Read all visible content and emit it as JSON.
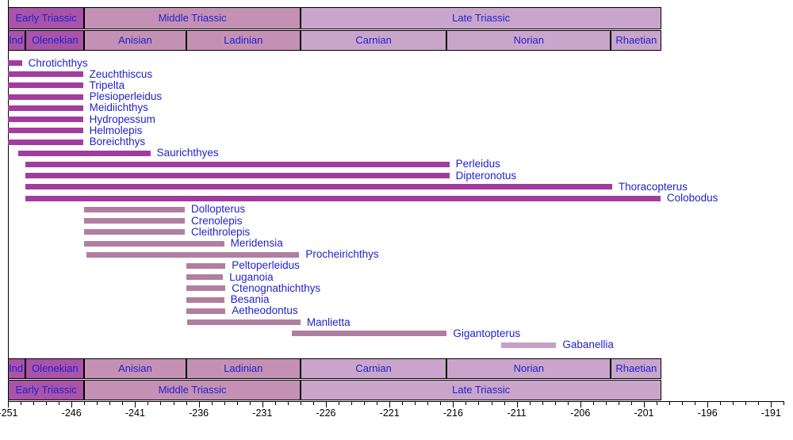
{
  "page_title": "Temporal range chart of Triassic fish genera",
  "colors": {
    "early_triassic": "#a953a9",
    "middle_triassic": "#c490b4",
    "late_triassic": "#c9a5cb",
    "bar_dark": "#a23c9e",
    "bar_medium": "#b07fa0",
    "bar_light": "#c79fc7",
    "label_text": "#2222cc",
    "axis_text": "#000000",
    "border": "#000000"
  },
  "timescale": {
    "epochs": [
      {
        "label": "Early Triassic",
        "start": -251,
        "end": -245,
        "color_key": "early_triassic"
      },
      {
        "label": "Middle Triassic",
        "start": -245,
        "end": -228,
        "color_key": "middle_triassic"
      },
      {
        "label": "Late Triassic",
        "start": -228,
        "end": -199.6,
        "color_key": "late_triassic"
      }
    ],
    "stages": [
      {
        "label": "Ind.",
        "start": -251,
        "end": -249.6,
        "color_key": "early_triassic"
      },
      {
        "label": "Olenekian",
        "start": -249.6,
        "end": -245,
        "color_key": "early_triassic"
      },
      {
        "label": "Anisian",
        "start": -245,
        "end": -237,
        "color_key": "middle_triassic"
      },
      {
        "label": "Ladinian",
        "start": -237,
        "end": -228,
        "color_key": "middle_triassic"
      },
      {
        "label": "Carnian",
        "start": -228,
        "end": -216.5,
        "color_key": "late_triassic"
      },
      {
        "label": "Norian",
        "start": -216.5,
        "end": -203.6,
        "color_key": "late_triassic"
      },
      {
        "label": "Rhaetian",
        "start": -203.6,
        "end": -199.6,
        "color_key": "late_triassic"
      }
    ]
  },
  "chart_data": {
    "type": "bar",
    "subtype": "horizontal-temporal-range",
    "unit": "Ma",
    "axis": {
      "min": -251,
      "max": -190,
      "major_step": 5,
      "minor_step": 1,
      "major_tick_labels": [
        "-251",
        "-246",
        "-241",
        "-236",
        "-231",
        "-226",
        "-221",
        "-216",
        "-211",
        "-206",
        "-201",
        "-196",
        "-191"
      ]
    },
    "legend_position": "none",
    "grid": false,
    "series": [
      {
        "name": "Chrotichthys",
        "start": -251,
        "end": -249.9,
        "group": "bar_dark"
      },
      {
        "name": "Zeuchthiscus",
        "start": -251,
        "end": -245.1,
        "group": "bar_dark"
      },
      {
        "name": "Tripelta",
        "start": -251,
        "end": -245.1,
        "group": "bar_dark"
      },
      {
        "name": "Plesioperleidus",
        "start": -251,
        "end": -245.1,
        "group": "bar_dark"
      },
      {
        "name": "Meidiichthys",
        "start": -251,
        "end": -245.1,
        "group": "bar_dark"
      },
      {
        "name": "Hydropessum",
        "start": -251,
        "end": -245.1,
        "group": "bar_dark"
      },
      {
        "name": "Helmolepis",
        "start": -251,
        "end": -245.1,
        "group": "bar_dark"
      },
      {
        "name": "Boreichthys",
        "start": -251,
        "end": -245.1,
        "group": "bar_dark"
      },
      {
        "name": "Saurichthyes",
        "start": -250.2,
        "end": -239.8,
        "group": "bar_dark"
      },
      {
        "name": "Perleidus",
        "start": -249.6,
        "end": -216.3,
        "group": "bar_dark"
      },
      {
        "name": "Dipteronotus",
        "start": -249.6,
        "end": -216.3,
        "group": "bar_dark"
      },
      {
        "name": "Thoracopterus",
        "start": -249.6,
        "end": -203.5,
        "group": "bar_dark"
      },
      {
        "name": "Colobodus",
        "start": -249.6,
        "end": -199.7,
        "group": "bar_dark"
      },
      {
        "name": "Dollopterus",
        "start": -245,
        "end": -237.1,
        "group": "bar_medium"
      },
      {
        "name": "Crenolepis",
        "start": -245,
        "end": -237.1,
        "group": "bar_medium"
      },
      {
        "name": "Cleithrolepis",
        "start": -245,
        "end": -237.1,
        "group": "bar_medium"
      },
      {
        "name": "Meridensia",
        "start": -245,
        "end": -234,
        "group": "bar_medium"
      },
      {
        "name": "Procheirichthys",
        "start": -244.8,
        "end": -228.1,
        "group": "bar_medium"
      },
      {
        "name": "Peltoperleidus",
        "start": -237,
        "end": -233.9,
        "group": "bar_medium"
      },
      {
        "name": "Luganoia",
        "start": -237,
        "end": -234.1,
        "group": "bar_medium"
      },
      {
        "name": "Ctenognathichthys",
        "start": -237,
        "end": -233.9,
        "group": "bar_medium"
      },
      {
        "name": "Besania",
        "start": -237,
        "end": -234,
        "group": "bar_medium"
      },
      {
        "name": "Aetheodontus",
        "start": -237,
        "end": -233.9,
        "group": "bar_medium"
      },
      {
        "name": "Manlietta",
        "start": -236.9,
        "end": -228,
        "group": "bar_medium"
      },
      {
        "name": "Gigantopterus",
        "start": -228.7,
        "end": -216.5,
        "group": "bar_medium"
      },
      {
        "name": "Gabanellia",
        "start": -212.2,
        "end": -207.9,
        "group": "bar_light"
      }
    ]
  }
}
